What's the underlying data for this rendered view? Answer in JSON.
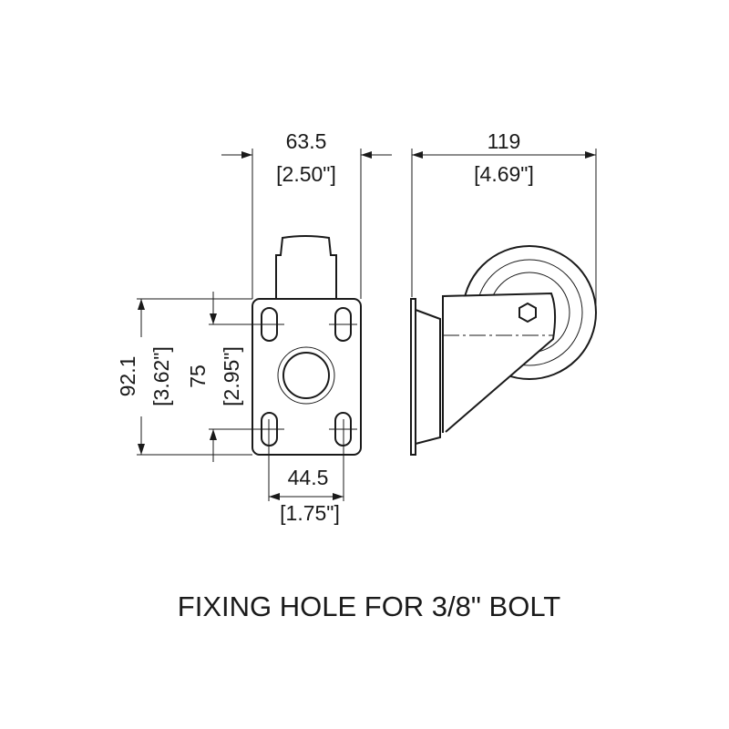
{
  "dimensions": {
    "plate_width": {
      "mm": "63.5",
      "inch": "[2.50\"]"
    },
    "overall_height": {
      "mm": "119",
      "inch": "[4.69\"]"
    },
    "plate_length": {
      "mm": "92.1",
      "inch": "[3.62\"]"
    },
    "hole_spacing_length": {
      "mm": "75",
      "inch": "[2.95\"]"
    },
    "hole_spacing_width": {
      "mm": "44.5",
      "inch": "[1.75\"]"
    }
  },
  "caption": "FIXING HOLE FOR 3/8\" BOLT"
}
